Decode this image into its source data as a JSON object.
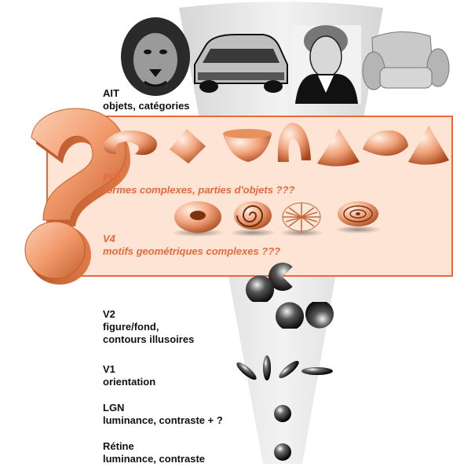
{
  "colors": {
    "band": "#fde4d4",
    "band_border": "#e8693c",
    "accent_text": "#e8693c",
    "text": "#111111",
    "cone": "#bfbfbf"
  },
  "top_images": [
    "lion-icon",
    "car-icon",
    "portrait-icon",
    "armchair-icon"
  ],
  "levels": [
    {
      "id": "ait",
      "name": "AIT",
      "desc": "objets, catégories"
    },
    {
      "id": "pit",
      "name": "PIT",
      "desc": "formes complexes, parties d'objets ???"
    },
    {
      "id": "v4",
      "name": "V4",
      "desc": "motifs geométriques complexes ???"
    },
    {
      "id": "v2",
      "name": "V2",
      "desc": "figure/fond,",
      "desc2": "contours illusoires"
    },
    {
      "id": "v1",
      "name": "V1",
      "desc": "orientation"
    },
    {
      "id": "lgn",
      "name": "LGN",
      "desc": "luminance, contraste + ?"
    },
    {
      "id": "retine",
      "name": "Rétine",
      "desc": "luminance, contraste"
    }
  ]
}
